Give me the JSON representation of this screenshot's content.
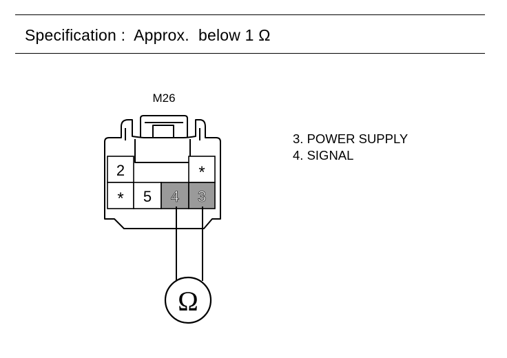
{
  "header": {
    "spec_label": "Specification",
    "separator": ":",
    "spec_value": "Approx.  below 1 Ω"
  },
  "connector": {
    "name": "M26",
    "pins": {
      "p2": "2",
      "star_top": "*",
      "star_bottom": "*",
      "p5": "5",
      "p4": "4",
      "p3": "3"
    },
    "highlight_color": "#9a9a9a"
  },
  "meter": {
    "symbol": "Ω"
  },
  "legend": {
    "items": [
      "3. POWER SUPPLY",
      "4. SIGNAL"
    ]
  }
}
